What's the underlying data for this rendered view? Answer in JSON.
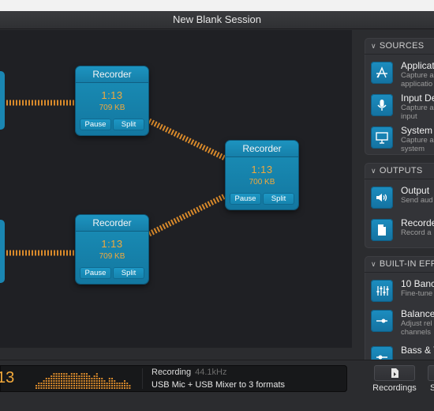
{
  "window": {
    "title": "New Blank Session"
  },
  "nodes": [
    {
      "title": "Recorder",
      "time": "1:13",
      "size": "709 KB",
      "pause": "Pause",
      "split": "Split"
    },
    {
      "title": "Recorder",
      "time": "1:13",
      "size": "709 KB",
      "pause": "Pause",
      "split": "Split"
    },
    {
      "title": "Recorder",
      "time": "1:13",
      "size": "700 KB",
      "pause": "Pause",
      "split": "Split"
    }
  ],
  "sidebar": {
    "sources": {
      "header": "SOURCES",
      "items": [
        {
          "title": "Applicat",
          "sub1": "Capture a",
          "sub2": "applicatio",
          "icon": "application-icon"
        },
        {
          "title": "Input De",
          "sub1": "Capture a",
          "sub2": "input",
          "icon": "microphone-icon"
        },
        {
          "title": "System",
          "sub1": "Capture a",
          "sub2": "system",
          "icon": "monitor-icon"
        }
      ]
    },
    "outputs": {
      "header": "OUTPUTS",
      "items": [
        {
          "title": "Output",
          "sub1": "Send aud",
          "icon": "speaker-icon"
        },
        {
          "title": "Recorde",
          "sub1": "Record a",
          "icon": "file-icon"
        }
      ]
    },
    "effects": {
      "header": "BUILT-IN EFFE",
      "items": [
        {
          "title": "10 Banc",
          "sub1": "Fine-tune",
          "icon": "equalizer-icon"
        },
        {
          "title": "Balance",
          "sub1": "Adjust rel",
          "sub2": "channels",
          "icon": "balance-slider-icon"
        },
        {
          "title": "Bass & T",
          "sub1": "",
          "icon": "bass-treble-icon"
        }
      ]
    }
  },
  "statusbar": {
    "time": "13",
    "status": "Recording",
    "rate": "44.1kHz",
    "description": "USB Mic + USB Mixer to 3 formats",
    "recordings_label": "Recordings",
    "next_label": "S"
  },
  "colors": {
    "accent": "#1a8fb8",
    "lcd_orange": "#f2a93b",
    "canvas_bg": "#1f2024"
  }
}
